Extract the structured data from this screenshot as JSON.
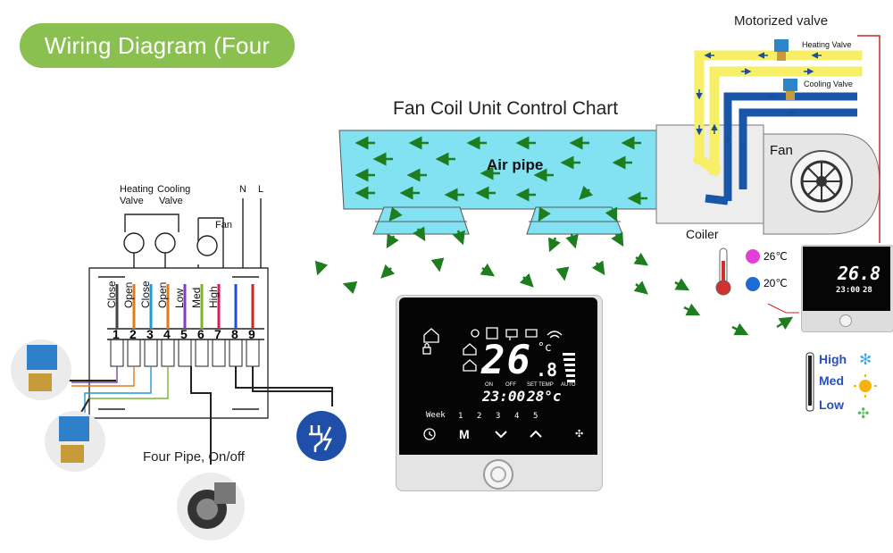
{
  "banner": {
    "title": "Wiring Diagram (Four pipe) :"
  },
  "chart": {
    "title": "Fan Coil Unit Control Chart",
    "air_pipe": "Air pipe",
    "coiler": "Coiler",
    "fan": "Fan"
  },
  "valves": {
    "title": "Motorized valve",
    "heating": "Heating Valve",
    "cooling": "Cooling Valve"
  },
  "temps": {
    "high": "26℃",
    "low": "20℃"
  },
  "speed": {
    "high": "High",
    "med": "Med",
    "low": "Low"
  },
  "wiring": {
    "heating_valve_1": "Heating",
    "heating_valve_2": "Valve",
    "cooling_valve_1": "Cooling",
    "cooling_valve_2": "Valve",
    "fan": "Fan",
    "n": "N",
    "l": "L",
    "terminal_labels": [
      "Close",
      "Open",
      "Close",
      "Open",
      "Low",
      "Med",
      "High"
    ],
    "terminal_numbers": [
      "1",
      "2",
      "3",
      "4",
      "5",
      "6",
      "7",
      "8",
      "9"
    ],
    "caption": "Four Pipe, On/off"
  },
  "thermostat": {
    "temp": "26",
    "temp_dec": ".8",
    "unit": "°c",
    "on_label": "ON",
    "off_label": "OFF",
    "set_temp_label": "SET TEMP",
    "auto_label": "AUTO",
    "clock": "23:00",
    "set_temp": "28°c",
    "week_label": "Week",
    "days": [
      "1",
      "2",
      "3",
      "4",
      "5"
    ],
    "mode_button": "M"
  },
  "thermostat_small": {
    "temp": "26.8",
    "clock": "23:00",
    "set": "28"
  },
  "colors": {
    "banner": "#8ac04f",
    "air_pipe": "#83e2f2",
    "arrow": "#1e7d1e",
    "hot_pipe": "#f7ef66",
    "cold_pipe": "#1a56a8",
    "heat_dot": "#e13fd6",
    "cool_dot": "#1f6bd6"
  }
}
